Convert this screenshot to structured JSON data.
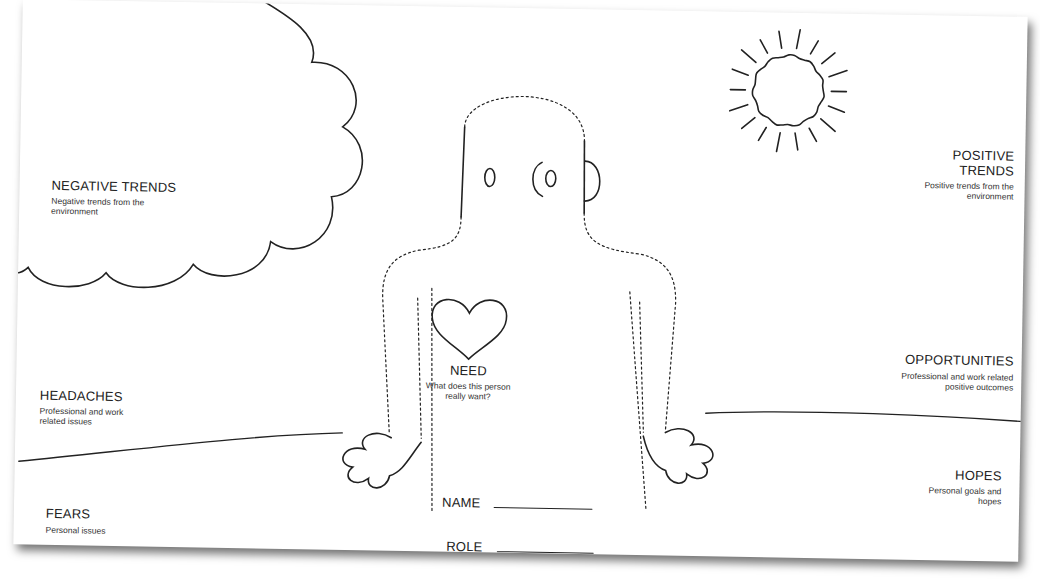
{
  "diagram": {
    "nodes": [
      {
        "text": [
          "NEGATIVE TRENDS",
          "Negative trends from the environment"
        ]
      },
      {
        "text": [
          "POSITIVE TRENDS",
          "Positive trends from the environment"
        ]
      },
      {
        "text": [
          "NEED",
          "What does this person really want?"
        ]
      }
    ],
    "labels": [
      "HEADACHES",
      "Professional and work related issues",
      "OPPORTUNITIES",
      "Professional and work related positive outcomes",
      "FEARS",
      "Personal issues",
      "HOPES",
      "Personal goals and hopes",
      "NAME",
      "ROLE"
    ]
  }
}
